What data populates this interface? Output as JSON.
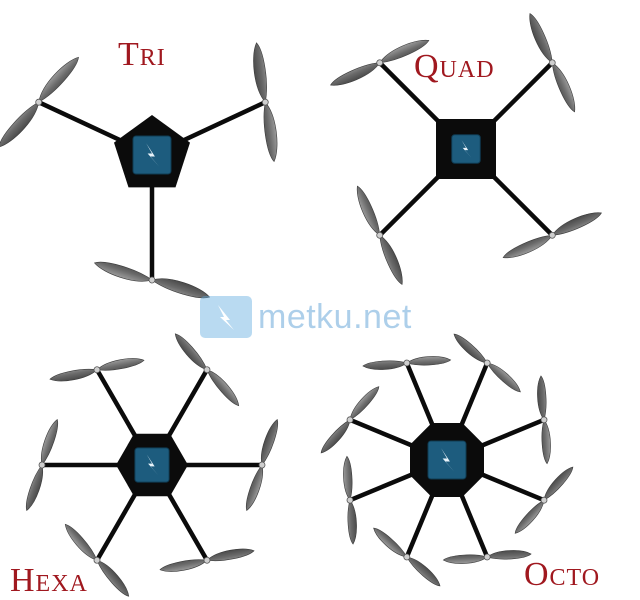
{
  "labels": {
    "tri": "Tri",
    "quad": "Quad",
    "hexa": "Hexa",
    "octo": "Octo"
  },
  "watermark": {
    "text": "metku.net",
    "logo_icon": "lightning-box-icon"
  },
  "colors": {
    "label": "#a0181f",
    "arm": "#0b0b0b",
    "body": "#0b0b0b",
    "controller": "#1d5c7e",
    "propeller": "#7a7a7a",
    "watermark": "#5aa9e0"
  },
  "configurations": [
    {
      "name": "tri",
      "arms": 3,
      "body_shape": "pentagon"
    },
    {
      "name": "quad",
      "arms": 4,
      "body_shape": "square"
    },
    {
      "name": "hexa",
      "arms": 6,
      "body_shape": "hexagon"
    },
    {
      "name": "octo",
      "arms": 8,
      "body_shape": "octagon"
    }
  ]
}
